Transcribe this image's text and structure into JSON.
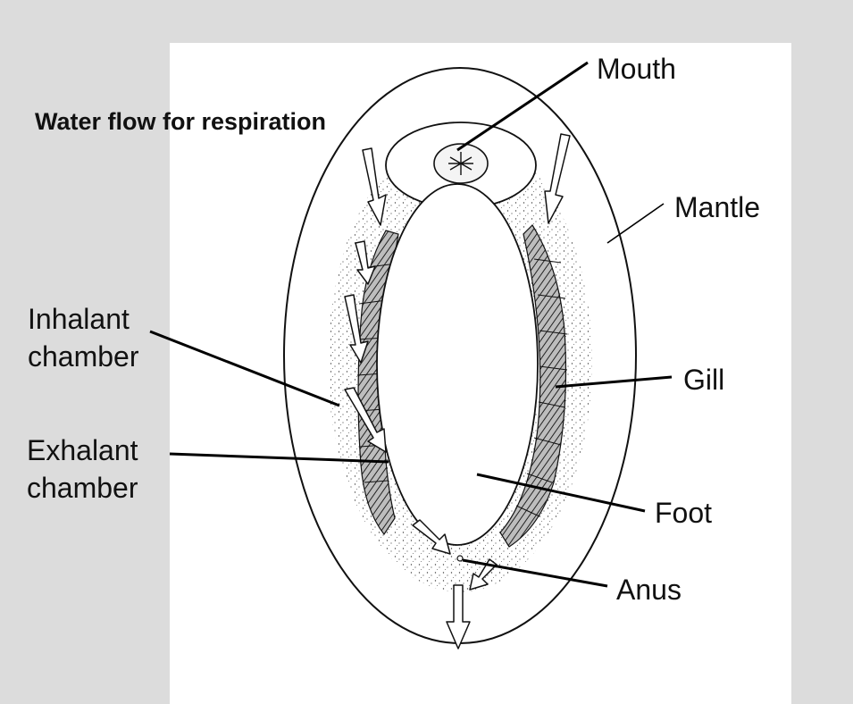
{
  "diagram": {
    "title": "Water flow for respiration",
    "labels": {
      "mouth": "Mouth",
      "mantle": "Mantle",
      "inhalant": [
        "Inhalant",
        "chamber"
      ],
      "exhalant": [
        "Exhalant",
        "chamber"
      ],
      "gill": "Gill",
      "foot": "Foot",
      "anus": "Anus"
    }
  }
}
